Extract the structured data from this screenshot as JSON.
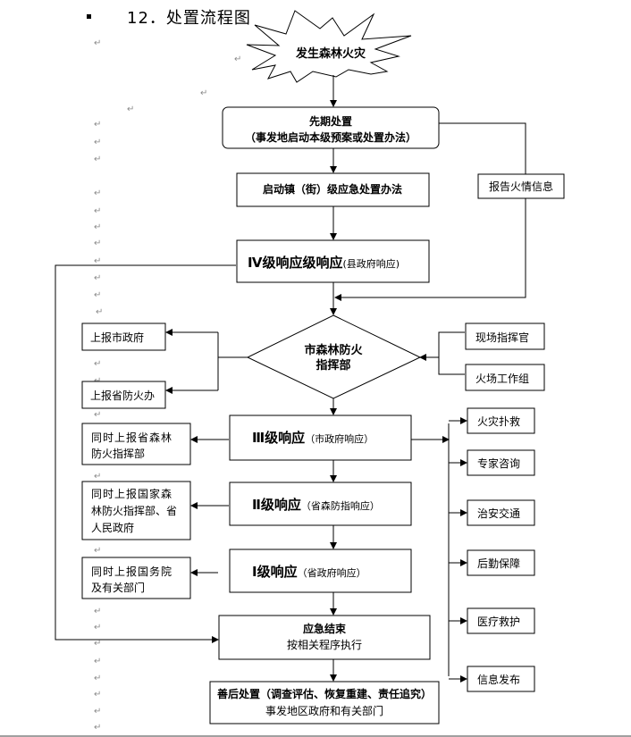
{
  "document": {
    "heading": "12．处置流程图",
    "paragraph_mark": "↵"
  },
  "flowchart": {
    "start": "发生森林火灾",
    "initial": {
      "title": "先期处置",
      "subtitle": "（事发地启动本级预案或处置办法）"
    },
    "town": "启动镇（街）级应急处置办法",
    "report_fire": "报告火情信息",
    "level4": {
      "main": "Ⅳ级响应级响应",
      "sub": "(县政府响应)"
    },
    "hq": {
      "line1": "市森林防火",
      "line2": "指挥部"
    },
    "report_city": "上报市政府",
    "report_province_office": "上报省防火办",
    "onsite_commander": "现场指挥官",
    "fire_workgroup": "火场工作组",
    "level3": {
      "main": "Ⅲ级响应",
      "sub": "（市政府响应）"
    },
    "level3_report": [
      "同时上报省森林",
      "防火指挥部"
    ],
    "level2": {
      "main": "Ⅱ级响应",
      "sub": "（省森防指响应）"
    },
    "level2_report": [
      "同时上报国家森",
      "林防火指挥部、省",
      "人民政府"
    ],
    "level1": {
      "main": "Ⅰ级响应",
      "sub": "（省政府响应）"
    },
    "level1_report": [
      "同时上报国务院",
      "及有关部门"
    ],
    "end": {
      "title": "应急结束",
      "subtitle": "按相关程序执行"
    },
    "aftermath": {
      "title": "善后处置（调查评估、恢复重建、责任追究）",
      "subtitle": "事发地区政府和有关部门"
    },
    "tasks": [
      "火灾扑救",
      "专家咨询",
      "治安交通",
      "后勤保障",
      "医疗救护",
      "信息发布"
    ]
  }
}
